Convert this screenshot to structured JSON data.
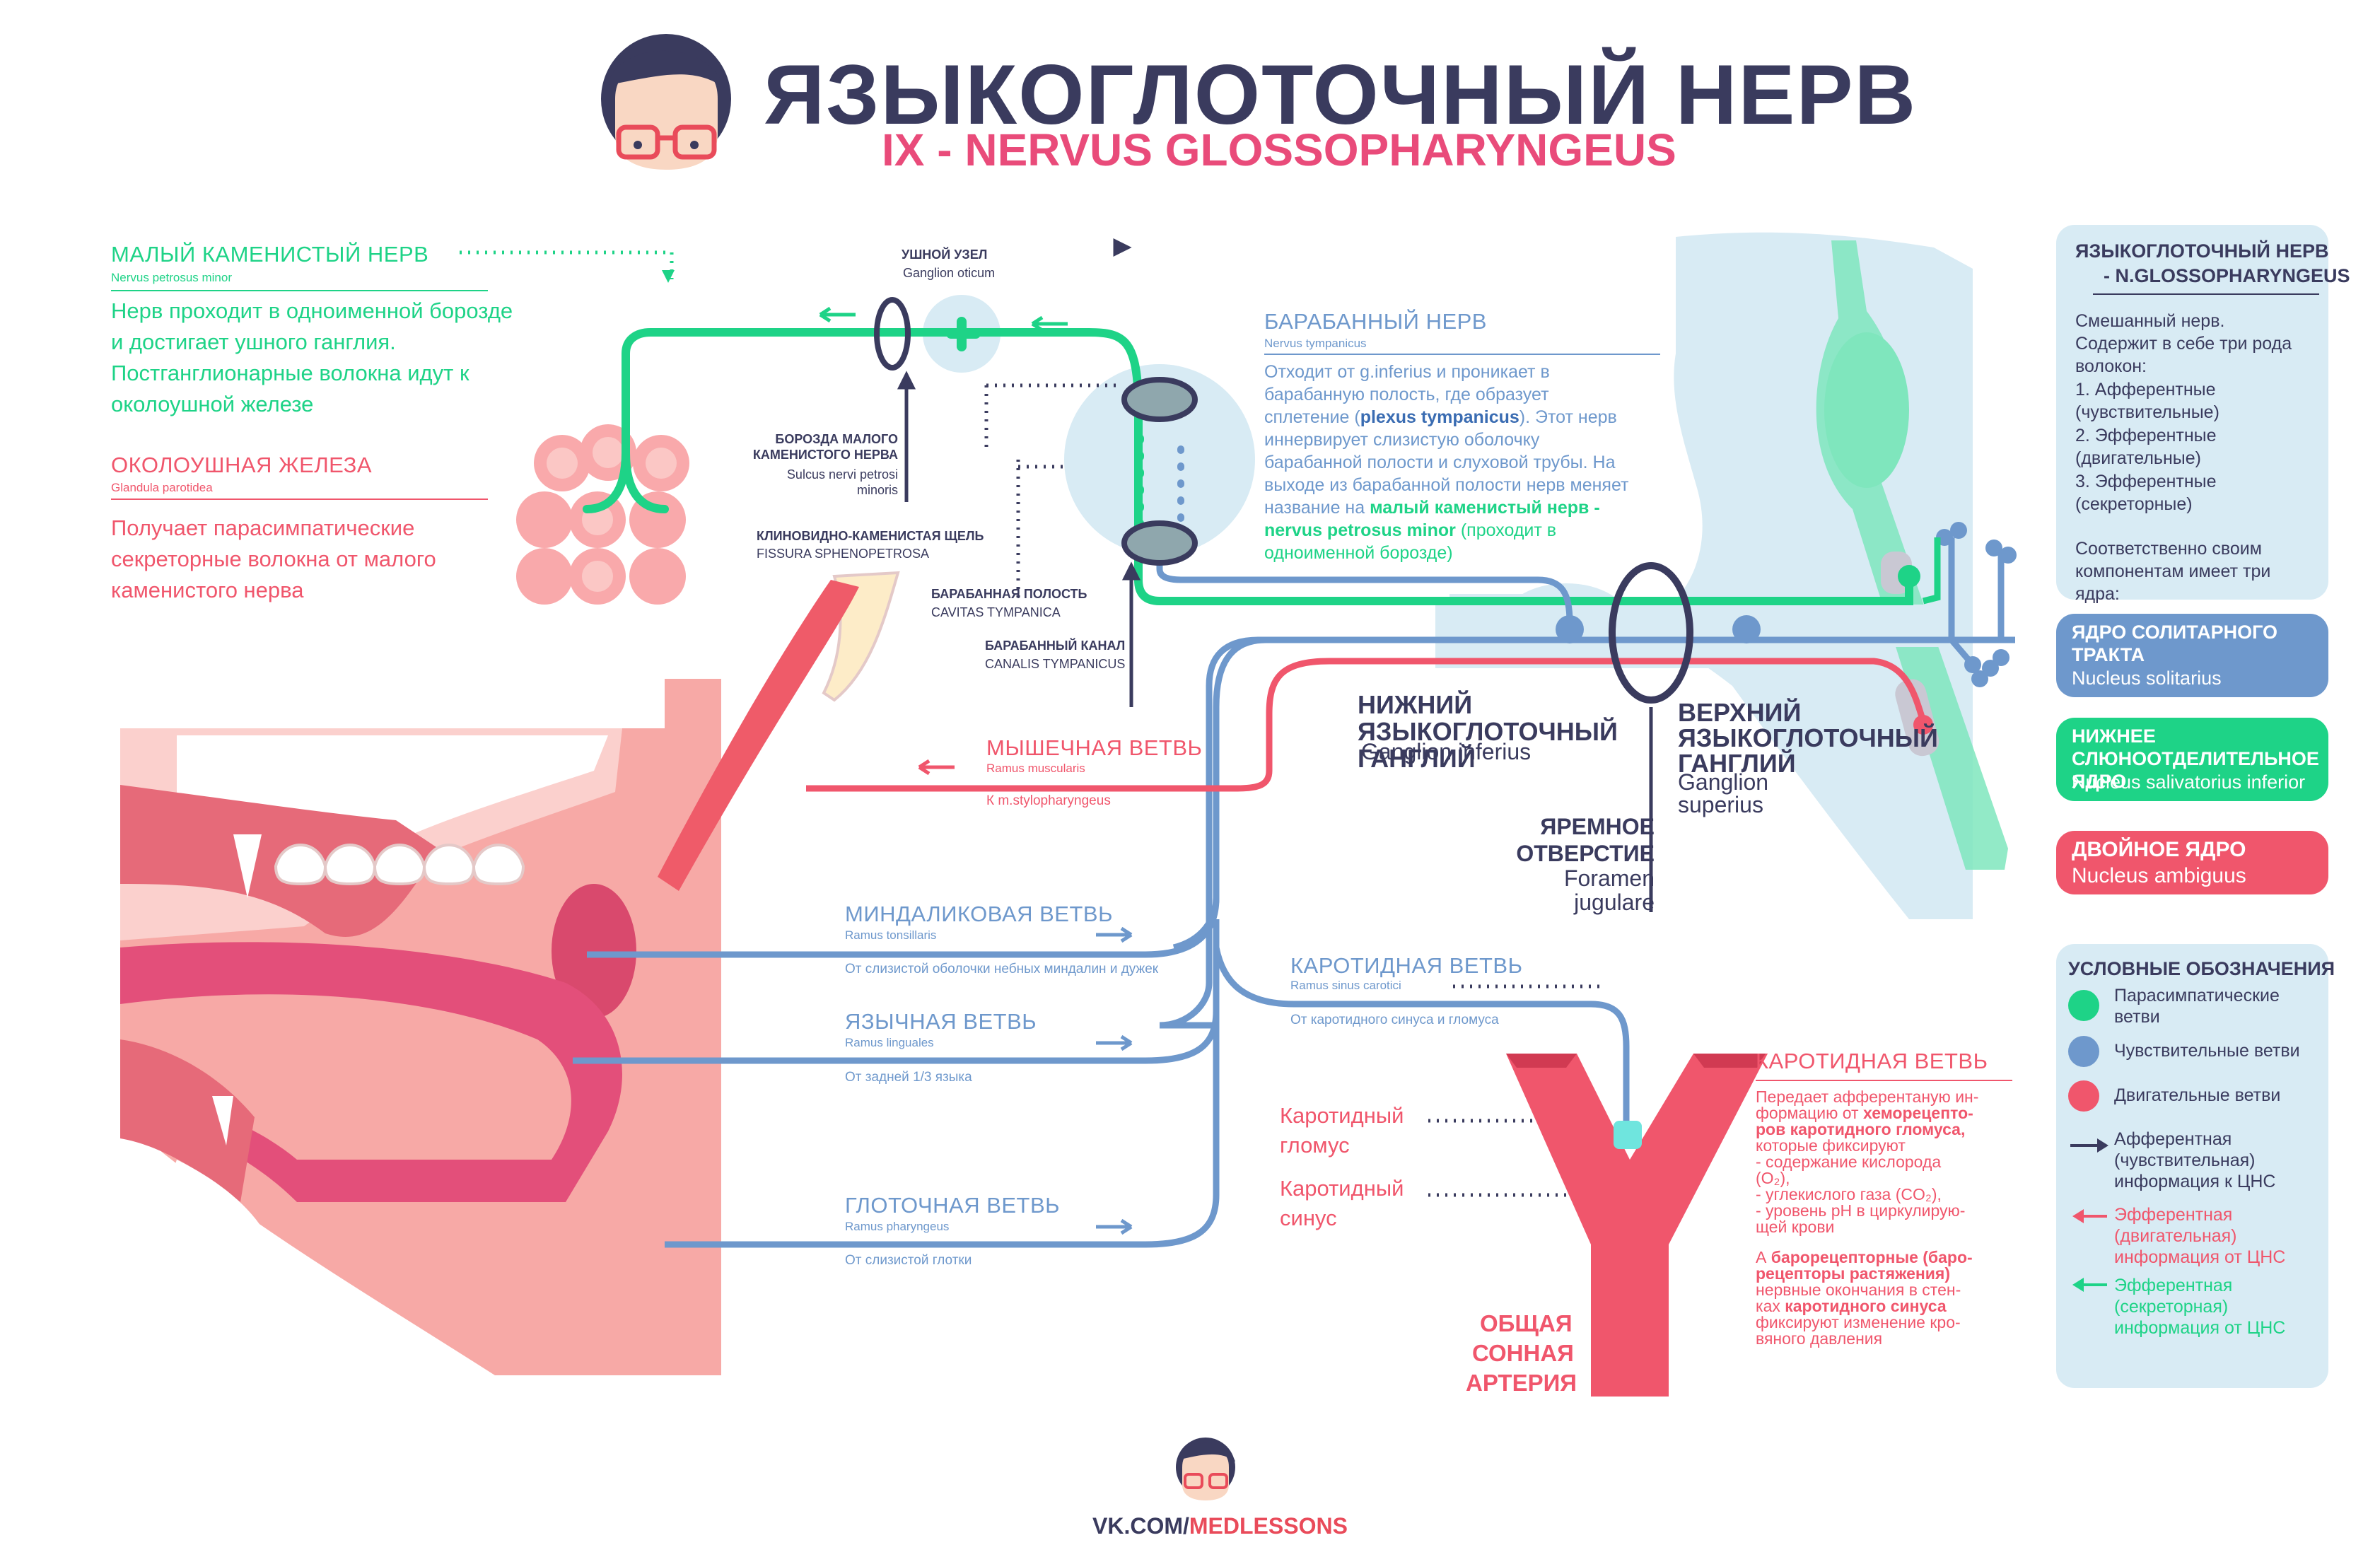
{
  "title": {
    "main": "ЯЗЫКОГЛОТОЧНЫЙ НЕРВ",
    "sub": "IX - NERVUS GLOSSOPHARYNGEUS"
  },
  "colors": {
    "navy": "#3a3b5e",
    "green": "#1ed387",
    "pink": "#f0566c",
    "blue": "#6e98cc",
    "light_blue": "#d8ebf4"
  },
  "lesser_petrosal": {
    "title": "МАЛЫЙ КАМЕНИСТЫЙ НЕРВ",
    "latin": "Nervus petrosus minor",
    "text": "Нерв проходит в одноименной борозде и достигает ушного ганглия. Постганглионарные волокна идут к околоушной железе"
  },
  "parotid": {
    "title": "ОКОЛОУШНАЯ ЖЕЛЕЗА",
    "latin": "Glandula parotidea",
    "text": "Получает парасимпатические секреторные волокна от малого каменистого нерва"
  },
  "otic": {
    "title": "УШНОЙ УЗЕЛ",
    "latin": "Ganglion oticum"
  },
  "sulcus": {
    "title": "БОРОЗДА МАЛОГО КАМЕНИСТОГО НЕРВА",
    "latin": "Sulcus nervi petrosi minoris"
  },
  "fissura": {
    "title": "КЛИНОВИДНО-КАМЕНИСТАЯ ЩЕЛЬ",
    "latin": "FISSURA SPHENOPETROSA"
  },
  "cavitas": {
    "title": "БАРАБАННАЯ ПОЛОСТЬ",
    "latin": "CAVITAS TYMPANICA"
  },
  "canalis": {
    "title": "БАРАБАННЫЙ КАНАЛ",
    "latin": "CANALIS TYMPANICUS"
  },
  "tympanic": {
    "title": "БАРАБАННЫЙ НЕРВ",
    "latin": "Nervus tympanicus",
    "p1": "Отходит от g.inferius и проникает в барабанную полость, где образует сплетение (",
    "p1b": "plexus tympanicus",
    "p1c": "). Этот нерв иннервирует слизистую оболочку барабанной полости и слуховой трубы. На выходе из барабанной полости нерв меняет название на ",
    "p1d": "малый каменистый нерв - nervus petrosus minor",
    "p1e": " (проходит в одноименной борозде)"
  },
  "ganglion_inferius": {
    "title": "НИЖНИЙ ЯЗЫКОГЛОТОЧНЫЙ ГАНГЛИЙ",
    "latin": "Ganglion inferius"
  },
  "ganglion_superius": {
    "title": "ВЕРХНИЙ ЯЗЫКОГЛОТОЧНЫЙ ГАНГЛИЙ",
    "latin": "Ganglion superius"
  },
  "foramen": {
    "title": "ЯРЕМНОЕ ОТВЕРСТИЕ",
    "latin": "Foramen jugulare"
  },
  "muscular": {
    "title": "МЫШЕЧНАЯ ВЕТВЬ",
    "latin": "Ramus muscularis",
    "to": "К m.stylopharyngeus"
  },
  "tonsil": {
    "title": "МИНДАЛИКОВАЯ ВЕТВЬ",
    "latin": "Ramus tonsillaris",
    "from": "От слизистой оболочки небных миндалин и дужек"
  },
  "lingual": {
    "title": "ЯЗЫЧНАЯ ВЕТВЬ",
    "latin": "Ramus linguales",
    "from": "От задней 1/3 языка"
  },
  "pharyngeal": {
    "title": "ГЛОТОЧНАЯ ВЕТВЬ",
    "latin": "Ramus pharyngeus",
    "from": "От слизистой глотки"
  },
  "carotid_branch": {
    "title": "КАРОТИДНАЯ ВЕТВЬ",
    "latin": "Ramus sinus carotici",
    "from": "От каротидного синуса и гломуса"
  },
  "carotid_info": {
    "title": "КАРОТИДНАЯ ВЕТВЬ",
    "l1": "Передает афферентаную ин-",
    "l2a": "формацию от ",
    "l2b": "хеморецепто-",
    "l3": "ров каротидного гломуса,",
    "l4": "которые фиксируют",
    "l5": "- содержание кислорода",
    "l6": "(O₂),",
    "l7": "- углекислого газа (CO₂),",
    "l8": "- уровень pH в циркулирую-",
    "l9": "щей крови",
    "l10a": "А ",
    "l10b": "барорецепторные (баро-",
    "l11": "рецепторы растяжения)",
    "l12": "нервные окончания в стен-",
    "l13a": "ках ",
    "l13b": "каротидного синуса",
    "l14": "фиксируют изменение кро-",
    "l15": "вяного давления"
  },
  "glomus": {
    "l1": "Каротидный",
    "l2": "гломус"
  },
  "sinus": {
    "l1": "Каротидный",
    "l2": "синус"
  },
  "artery": {
    "l1": "ОБЩАЯ",
    "l2": "СОННАЯ",
    "l3": "АРТЕРИЯ"
  },
  "sidebar": {
    "title_l1": "ЯЗЫКОГЛОТОЧНЫЙ НЕРВ",
    "title_l2": "- N.GLOSSOPHARYNGEUS",
    "intro": "Смешанный нерв. Содержит в себе три рода волокон:",
    "items": [
      "1. Афферентные (чувствительные)",
      "2. Эфферентные (двигательные)",
      "3. Эфферентные (секреторные)"
    ],
    "nuclei_intro": "Соответственно своим компонентам имеет три ядра:",
    "nuclei": [
      {
        "title": "ЯДРО  СОЛИТАРНОГО ТРАКТА",
        "latin": "Nucleus solitarius",
        "color": "#6e98cc"
      },
      {
        "title": "НИЖНЕЕ СЛЮНООТДЕЛИТЕЛЬНОЕ ЯДРО",
        "latin": "Nucleus salivatorius inferior",
        "color": "#1ed387"
      },
      {
        "title": "ДВОЙНОЕ ЯДРО",
        "latin": "Nucleus ambiguus",
        "color": "#f0566c"
      }
    ]
  },
  "legend": {
    "title": "УСЛОВНЫЕ ОБОЗНАЧЕНИЯ",
    "items": [
      {
        "label": "Парасимпатические ветви",
        "color": "#1ed387"
      },
      {
        "label": "Чувствительные ветви",
        "color": "#6e98cc"
      },
      {
        "label": "Двигательные ветви",
        "color": "#f0566c"
      }
    ],
    "arrows": [
      {
        "label": "Афферентная (чувствительная) информация к ЦНС",
        "color": "#3a3b5e"
      },
      {
        "label": "Эфферентная (двигательная) информация от ЦНС",
        "color": "#f0566c"
      },
      {
        "label": "Эфферентная (секреторная) информация от ЦНС",
        "color": "#1ed387"
      }
    ]
  },
  "footer": {
    "prefix": "VK.COM/",
    "brand": "MEDLESSONS"
  }
}
